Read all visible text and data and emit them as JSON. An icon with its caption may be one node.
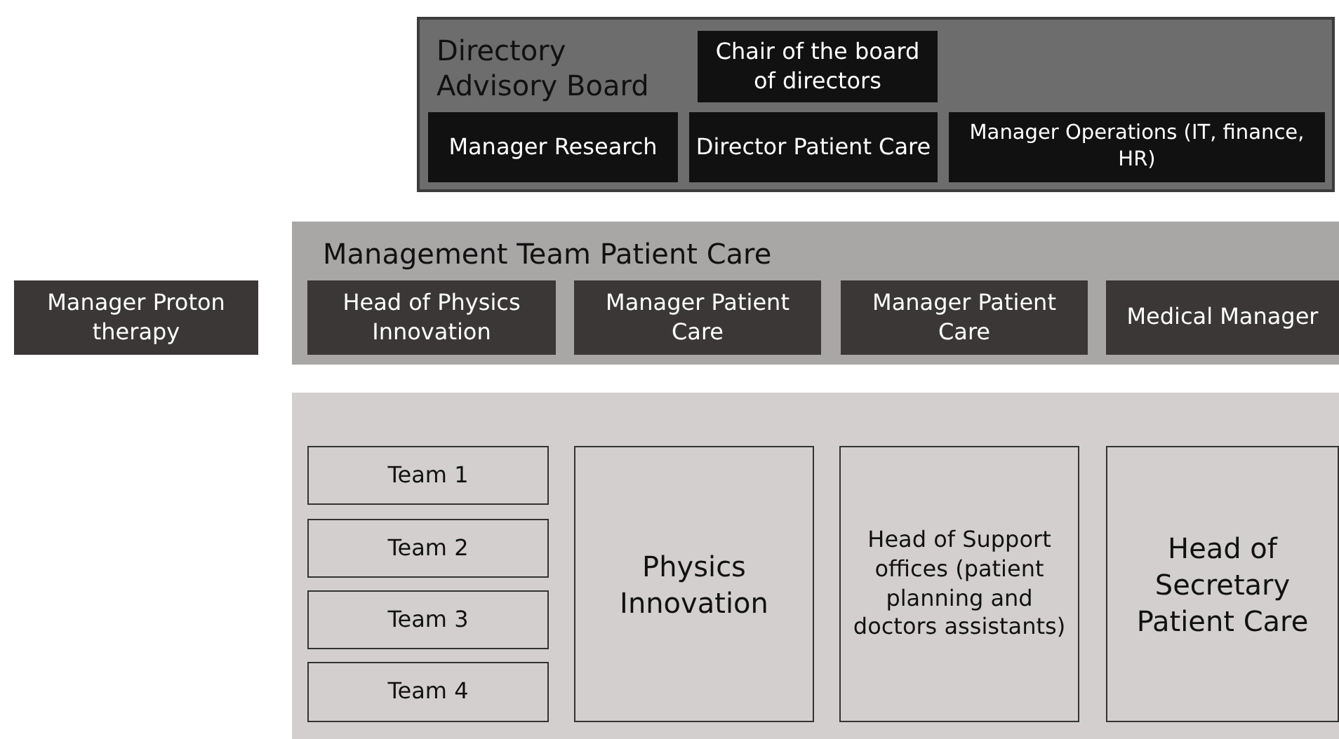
{
  "diagram": {
    "nodes": [
      {
        "text": [
          "Directory Advisory Board"
        ]
      },
      {
        "text": [
          "Chair of the board of directors"
        ],
        "in": 0
      },
      {
        "text": [
          "Manager Research"
        ],
        "in": 0
      },
      {
        "text": [
          "Director Patient Care"
        ],
        "in": 0
      },
      {
        "text": [
          "Manager Operations (IT, finance, HR)"
        ],
        "in": 0
      },
      {
        "text": [
          "Management Team Patient Care"
        ]
      },
      {
        "text": [
          "Head of Physics Innovation"
        ],
        "in": 5
      },
      {
        "text": [
          "Manager Patient Care"
        ],
        "in": 5
      },
      {
        "text": [
          "Manager Patient Care"
        ],
        "in": 5
      },
      {
        "text": [
          "Medical Manager"
        ],
        "in": 5
      },
      {
        "text": [
          "Manager Proton therapy"
        ]
      },
      {
        "text": [],
        "shape": "box"
      },
      {
        "text": [
          "Team 1"
        ],
        "in": 11
      },
      {
        "text": [
          "Team 2"
        ],
        "in": 11
      },
      {
        "text": [
          "Team 3"
        ],
        "in": 11
      },
      {
        "text": [
          "Team 4"
        ],
        "in": 11
      },
      {
        "text": [
          "Physics Innovation"
        ],
        "in": 11
      },
      {
        "text": [
          "Head of Support offices (patient planning and doctors assistants)"
        ],
        "in": 11
      },
      {
        "text": [
          "Head of Secretary Patient Care"
        ],
        "in": 11
      }
    ]
  }
}
